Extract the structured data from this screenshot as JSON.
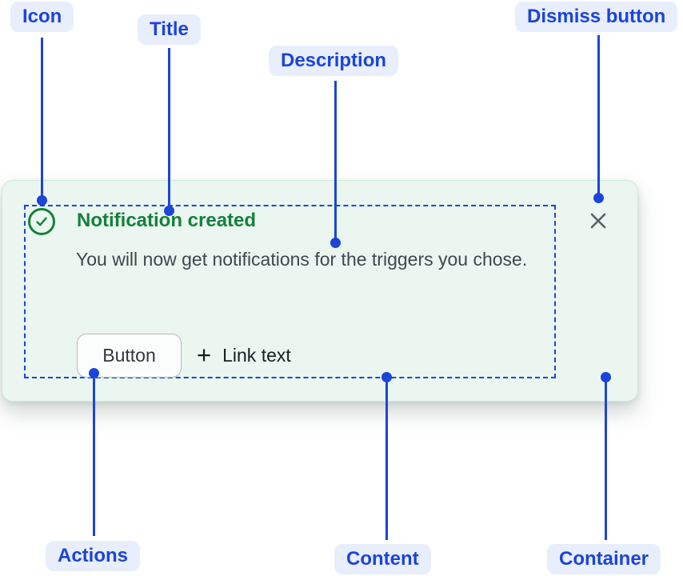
{
  "annotations": {
    "icon": "Icon",
    "title": "Title",
    "description": "Description",
    "dismiss_button": "Dismiss button",
    "actions": "Actions",
    "content": "Content",
    "container": "Container"
  },
  "toast": {
    "title": "Notification created",
    "description": "You will now get notifications for the triggers you chose.",
    "actions": {
      "button_label": "Button",
      "link_plus": "+",
      "link_label": "Link text"
    },
    "icons": {
      "status": "success-check-icon",
      "dismiss": "close-icon",
      "link_prefix": "plus-icon"
    }
  },
  "colors": {
    "annotation_blue": "#1b45d8",
    "annotation_pill_bg": "#e8eefc",
    "toast_bg": "#eaf6ef",
    "toast_border": "#cfe9da",
    "success_green": "#15803d",
    "description_text": "#42464c",
    "dismiss_gray": "#5c6066"
  }
}
